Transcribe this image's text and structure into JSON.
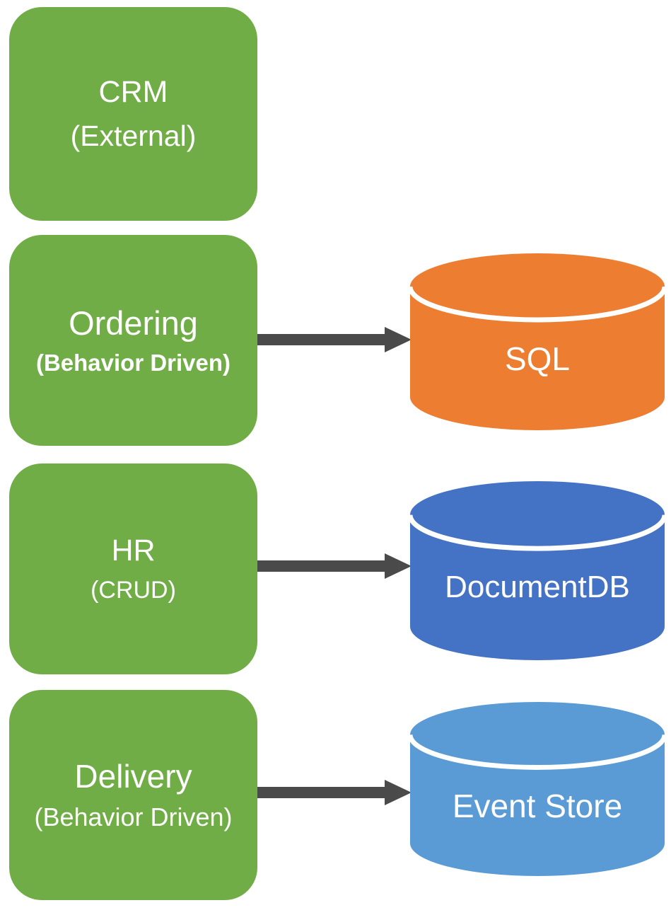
{
  "colors": {
    "service_box": "#70AD47",
    "arrow": "#4A4A4A",
    "label_text": "#FFFFFF",
    "background": "#FFFFFF"
  },
  "services": [
    {
      "name": "CRM",
      "qualifier": "(External)"
    },
    {
      "name": "Ordering",
      "qualifier": "(Behavior Driven)"
    },
    {
      "name": "HR",
      "qualifier": "(CRUD)"
    },
    {
      "name": "Delivery",
      "qualifier": "(Behavior Driven)"
    }
  ],
  "datastores": [
    {
      "name": "SQL",
      "color": "#ED7D31"
    },
    {
      "name": "DocumentDB",
      "color": "#4472C4"
    },
    {
      "name": "Event Store",
      "color": "#5B9BD5"
    }
  ],
  "connections": [
    {
      "from": "Ordering",
      "to": "SQL"
    },
    {
      "from": "HR",
      "to": "DocumentDB"
    },
    {
      "from": "Delivery",
      "to": "Event Store"
    }
  ]
}
